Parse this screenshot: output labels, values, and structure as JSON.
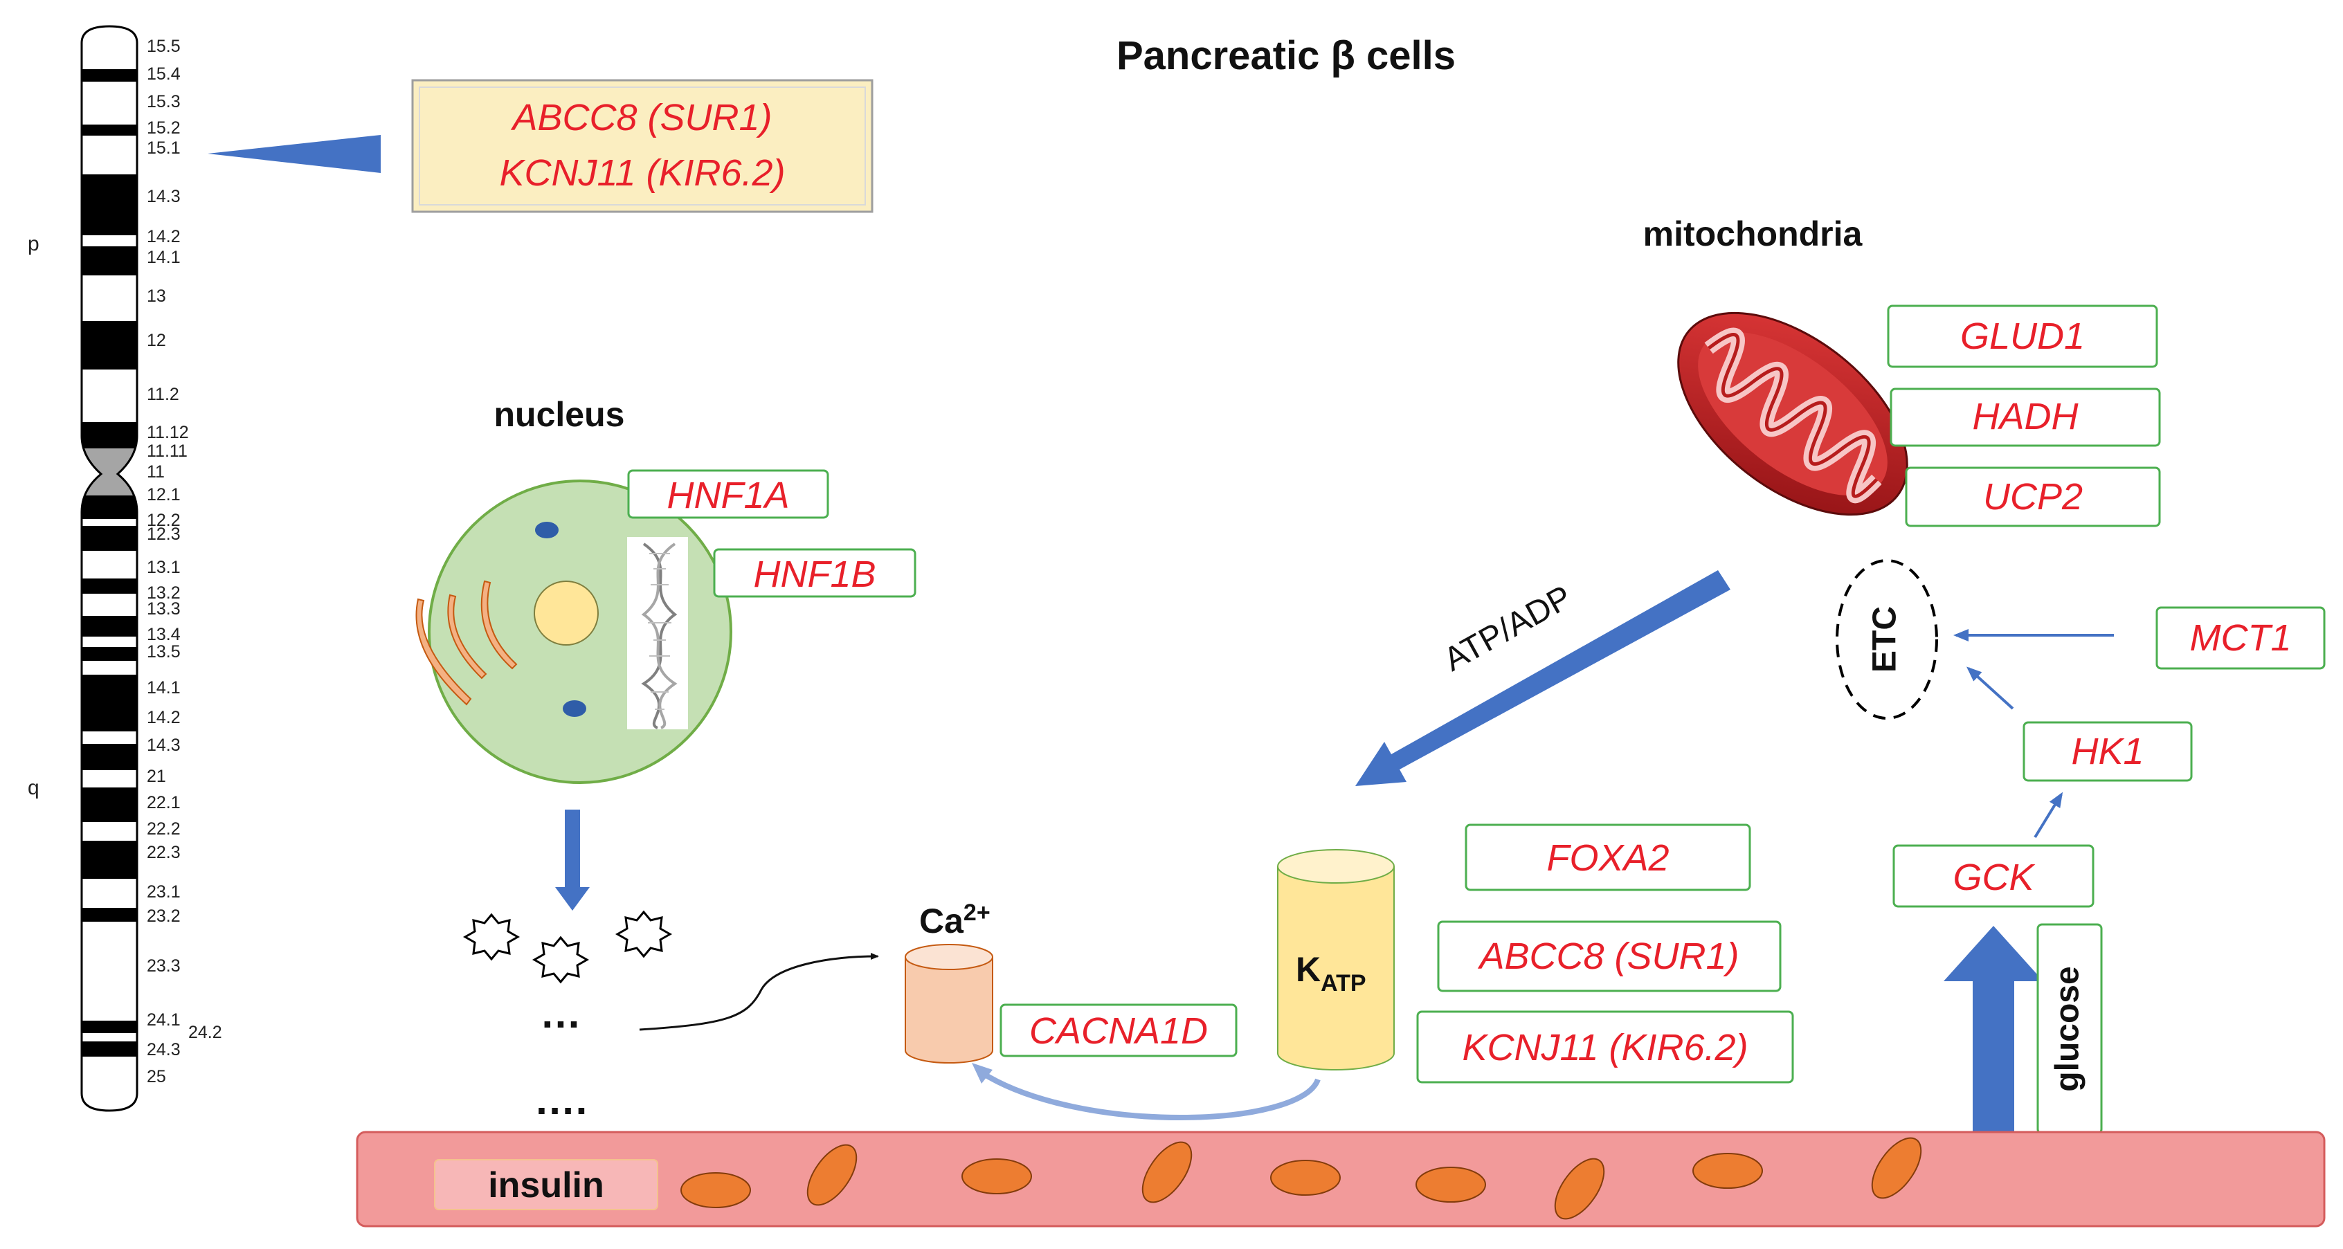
{
  "title": "Pancreatic β cells",
  "chromosome": {
    "arm_p": "p",
    "arm_q": "q",
    "bands": [
      "15.5",
      "15.4",
      "15.3",
      "15.2",
      "15.1",
      "14.3",
      "14.2",
      "14.1",
      "13",
      "12",
      "11.2",
      "11.12",
      "11.11",
      "11",
      "12.1",
      "12.2",
      "12.3",
      "13.1",
      "13.2",
      "13.3",
      "13.4",
      "13.5",
      "14.1",
      "14.2",
      "14.3",
      "21",
      "22.1",
      "22.2",
      "22.3",
      "23.1",
      "23.2",
      "23.3",
      "24.1",
      "24.2",
      "24.3",
      "25"
    ]
  },
  "top_box": {
    "line1": "ABCC8 (SUR1)",
    "line2": "KCNJ11   (KIR6.2)"
  },
  "nucleus": {
    "label": "nucleus",
    "genes": [
      "HNF1A",
      "HNF1B"
    ]
  },
  "dots": {
    "short": "…",
    "long": "…."
  },
  "calcium": {
    "label_main": "Ca",
    "label_sup": "2+",
    "gene": "CACNA1D"
  },
  "katp": {
    "label_main": "K",
    "label_sub": "ATP",
    "genes": [
      "FOXA2",
      "ABCC8 (SUR1)",
      "KCNJ11   (KIR6.2)"
    ]
  },
  "atp_adp": "ATP/ADP",
  "mitochondria": {
    "label": "mitochondria",
    "genes": [
      "GLUD1",
      "HADH",
      "UCP2"
    ]
  },
  "etc": "ETC",
  "pathway_genes": {
    "mct1": "MCT1",
    "hk1": "HK1",
    "gck": "GCK"
  },
  "glucose": "glucose",
  "insulin": "insulin",
  "colors": {
    "gene_text": "#e8202a",
    "box_border": "#4caf50",
    "arrow_blue": "#4472c4",
    "membrane": "#f29a9a",
    "granule": "#ed7d31",
    "nucleus_fill": "#c5e0b4",
    "katp_fill": "#ffe699",
    "ca_fill": "#f8cbad",
    "top_box_fill": "#fbeec1"
  }
}
